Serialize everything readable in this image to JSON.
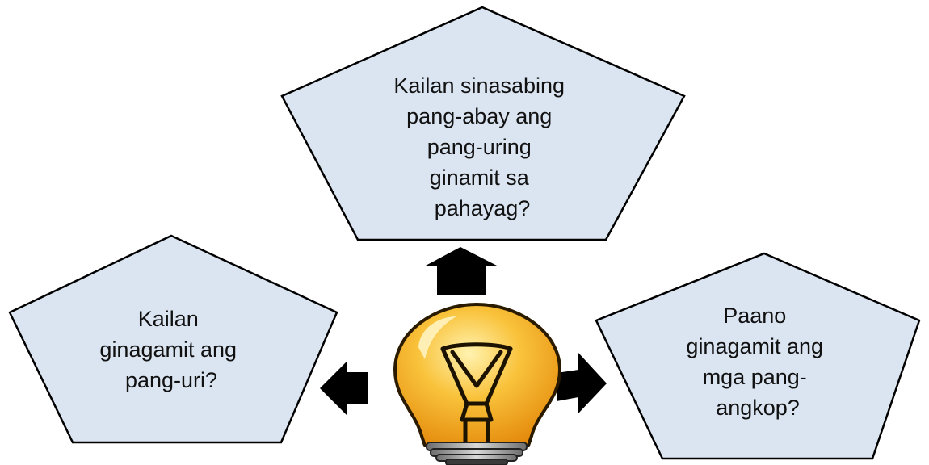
{
  "colors": {
    "pentagon_fill": "#dbe5f1",
    "pentagon_stroke": "#000000",
    "arrow": "#000000",
    "bulb_glass": "#f7a81b",
    "bulb_highlight": "#fde08a",
    "bulb_base": "#8c8c8c"
  },
  "center_icon": "light-bulb-icon",
  "arrow_icons": [
    "arrow-up-icon",
    "arrow-left-icon",
    "arrow-right-icon"
  ],
  "pentagons": {
    "top": {
      "lines": [
        "Kailan sinasabing",
        "pang-abay ang",
        "pang-uring",
        "ginamit sa",
        "pahayag?"
      ]
    },
    "left": {
      "lines": [
        "Kailan",
        "ginagamit ang",
        "pang-uri?"
      ]
    },
    "right": {
      "lines": [
        "Paano",
        "ginagamit ang",
        "mga pang-",
        "angkop?"
      ]
    }
  }
}
